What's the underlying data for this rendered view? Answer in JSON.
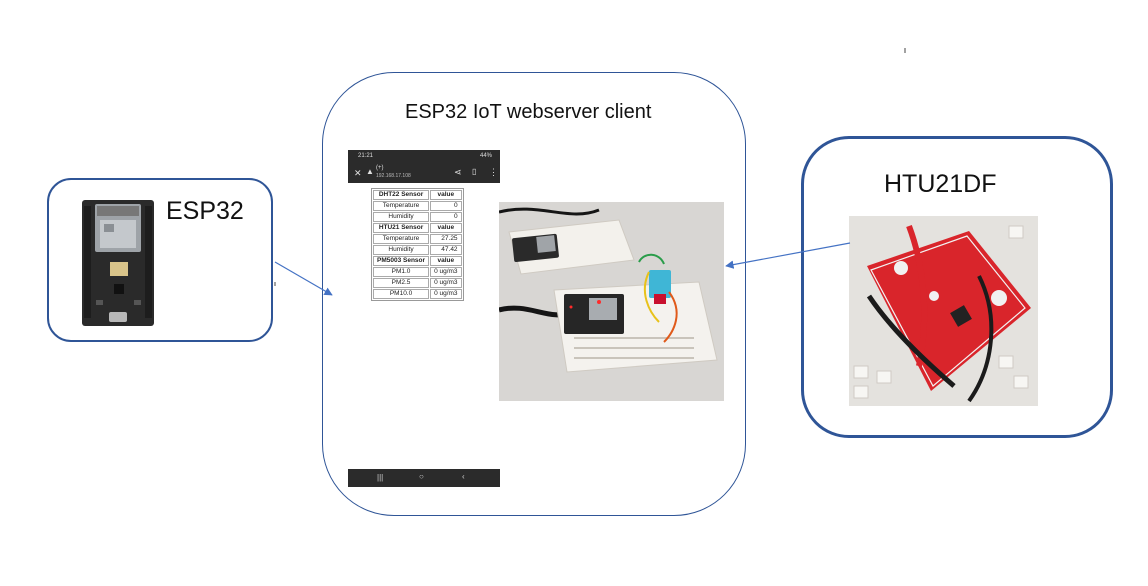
{
  "esp32": {
    "label": "ESP32"
  },
  "client": {
    "title": "ESP32 IoT webserver client"
  },
  "htu": {
    "label": "HTU21DF"
  },
  "phone": {
    "status_time": "21:21",
    "status_right": "44%",
    "url_title": "(+)",
    "url_ip": "192.168.17.108",
    "table": [
      {
        "header": true,
        "name": "DHT22 Sensor",
        "value": "value"
      },
      {
        "header": false,
        "name": "Temperature",
        "value": "0"
      },
      {
        "header": false,
        "name": "Humidity",
        "value": "0"
      },
      {
        "header": true,
        "name": "HTU21 Sensor",
        "value": "value"
      },
      {
        "header": false,
        "name": "Temperature",
        "value": "27.25"
      },
      {
        "header": false,
        "name": "Humidity",
        "value": "47.42"
      },
      {
        "header": true,
        "name": "PM5003 Sensor",
        "value": "value"
      },
      {
        "header": false,
        "name": "PM1.0",
        "value": "0 ug/m3"
      },
      {
        "header": false,
        "name": "PM2.5",
        "value": "0 ug/m3"
      },
      {
        "header": false,
        "name": "PM10.0",
        "value": "0 ug/m3"
      }
    ]
  },
  "colors": {
    "accent": "#2f5597",
    "board_red": "#c8102e",
    "dark_bar": "#2b2b2b"
  }
}
